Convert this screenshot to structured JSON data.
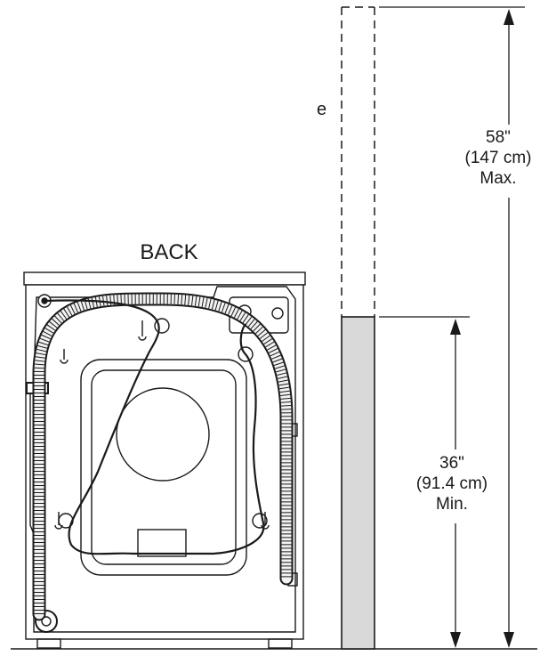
{
  "labels": {
    "back": "BACK",
    "edge_glyph": "e"
  },
  "dimensions": {
    "max": {
      "value": "58\"",
      "metric": "(147 cm)",
      "qualifier": "Max."
    },
    "min": {
      "value": "36\"",
      "metric": "(91.4 cm)",
      "qualifier": "Min."
    }
  },
  "colors": {
    "line": "#1a1a1a",
    "hose_fill": "#f2f2f2",
    "cabinet_fill": "#d9d9d9"
  }
}
